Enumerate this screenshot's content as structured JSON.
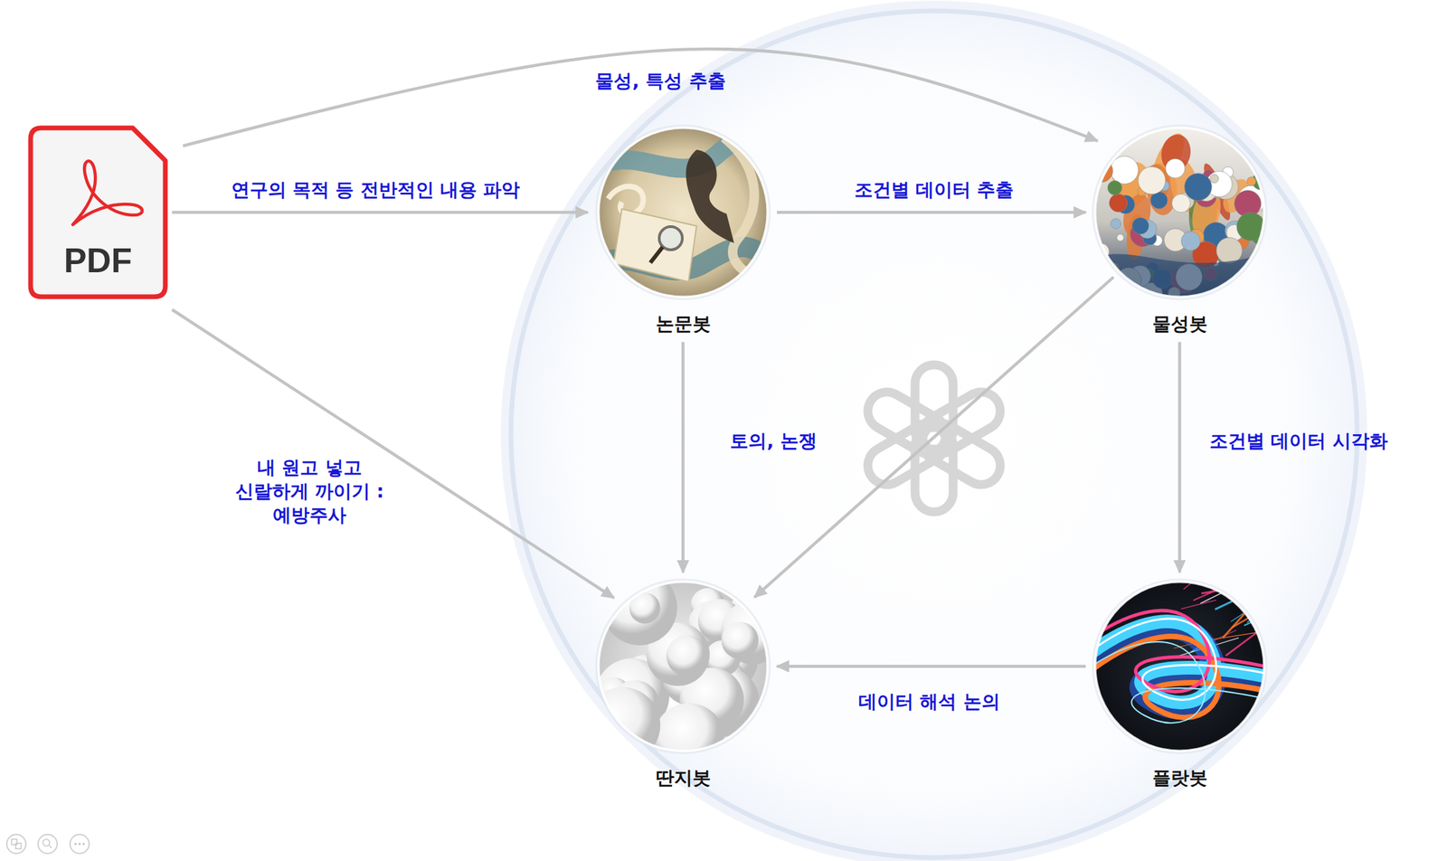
{
  "diagram": {
    "nodes": [
      {
        "text": [
          "PDF"
        ]
      },
      {
        "text": [
          "논문봇"
        ]
      },
      {
        "text": [
          "물성봇"
        ]
      },
      {
        "text": [
          "딴지봇"
        ]
      },
      {
        "text": [
          "플랏봇"
        ]
      }
    ],
    "edges": [
      {
        "from": 0,
        "to": 2,
        "label": "물성, 특성 추출",
        "arrow": "to"
      },
      {
        "from": 0,
        "to": 1,
        "label": "연구의 목적 등 전반적인 내용 파악",
        "arrow": "to"
      },
      {
        "from": 1,
        "to": 2,
        "label": "조건별 데이터 추출",
        "arrow": "to"
      },
      {
        "from": 1,
        "to": 3,
        "label": "토의, 논쟁",
        "arrow": "to"
      },
      {
        "from": 2,
        "to": 3,
        "arrow": "to"
      },
      {
        "from": 2,
        "to": 4,
        "label": "조건별 데이터 시각화",
        "arrow": "to"
      },
      {
        "from": 4,
        "to": 3,
        "label": "데이터 해석 논의",
        "arrow": "to"
      },
      {
        "from": 0,
        "to": 3,
        "label": "내 원고 넣고 신랄하게 까이기 : 예방주사",
        "arrow": "to"
      }
    ]
  }
}
